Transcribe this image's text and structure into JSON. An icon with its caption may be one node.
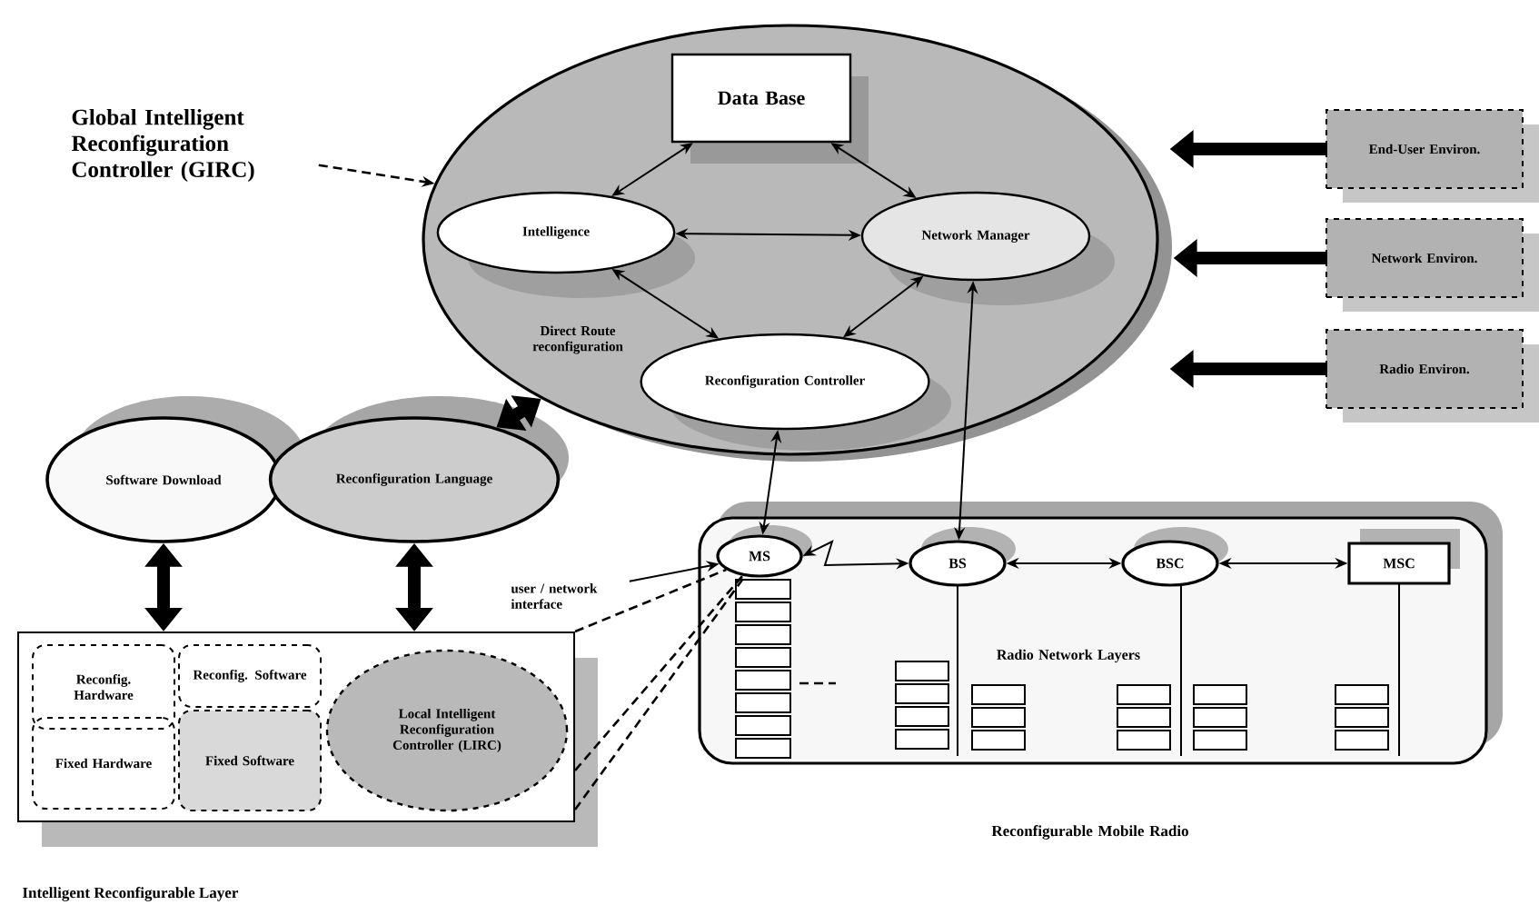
{
  "diagram": {
    "nodes": [
      {
        "text": [
          "Global Intelligent Reconfiguration Controller (GIRC)"
        ]
      },
      {
        "text": [],
        "shape": "ellipse"
      },
      {
        "text": [
          "Data Base"
        ],
        "in": 1
      },
      {
        "text": [
          "Intelligence"
        ],
        "in": 1
      },
      {
        "text": [
          "Network Manager"
        ],
        "in": 1
      },
      {
        "text": [
          "Reconfiguration Controller"
        ],
        "in": 1
      },
      {
        "text": [
          "End-User Environ."
        ]
      },
      {
        "text": [
          "Network Environ."
        ]
      },
      {
        "text": [
          "Radio Environ."
        ]
      },
      {
        "text": [
          "Software Download"
        ]
      },
      {
        "text": [
          "Reconfiguration Language"
        ]
      },
      {
        "text": [
          "user / network interface"
        ]
      },
      {
        "text": [],
        "shape": "box"
      },
      {
        "text": [
          "MS"
        ],
        "in": 12
      },
      {
        "text": [
          "BS"
        ],
        "in": 12
      },
      {
        "text": [
          "BSC"
        ],
        "in": 12
      },
      {
        "text": [
          "MSC"
        ],
        "in": 12
      },
      {
        "text": [],
        "shape": "box",
        "beside": [
          "Intelligent Reconfigurable Layer"
        ]
      },
      {
        "text": [
          "Reconfig. Hardware"
        ],
        "in": 17
      },
      {
        "text": [
          "Fixed Hardware"
        ],
        "in": 17
      },
      {
        "text": [
          "Reconfig. Software"
        ],
        "in": 17
      },
      {
        "text": [
          "Fixed Software"
        ],
        "in": 17
      },
      {
        "text": [
          "Local Intelligent Reconfiguration Controller (LIRC)"
        ],
        "in": 17
      }
    ],
    "edges": [
      {
        "from": 0,
        "to": 1,
        "arrow": "to",
        "style": "dashed"
      },
      {
        "from": 2,
        "to": 3,
        "arrow": "both"
      },
      {
        "from": 2,
        "to": 4,
        "arrow": "both"
      },
      {
        "from": 3,
        "to": 4,
        "arrow": "both"
      },
      {
        "from": 3,
        "to": 5,
        "arrow": "both"
      },
      {
        "from": 5,
        "to": 4,
        "arrow": "both"
      },
      {
        "from": 6,
        "to": 1,
        "arrow": "to",
        "style": "thick"
      },
      {
        "from": 7,
        "to": 1,
        "arrow": "to",
        "style": "thick"
      },
      {
        "from": 8,
        "to": 1,
        "arrow": "to",
        "style": "thick"
      },
      {
        "from": 10,
        "to": 1,
        "arrow": "both",
        "style": "thick"
      },
      {
        "from": 9,
        "to": 17,
        "arrow": "both",
        "style": "thick"
      },
      {
        "from": 10,
        "to": 17,
        "arrow": "both",
        "style": "thick"
      },
      {
        "from": 5,
        "to": 13,
        "arrow": "both"
      },
      {
        "from": 4,
        "to": 14,
        "arrow": "both"
      },
      {
        "from": 13,
        "to": 14,
        "arrow": "both"
      },
      {
        "from": 14,
        "to": 15,
        "arrow": "both"
      },
      {
        "from": 15,
        "to": 16,
        "arrow": "both"
      },
      {
        "from": 11,
        "to": 13,
        "arrow": "to"
      },
      {
        "from": 17,
        "to": 13,
        "arrow": "none",
        "style": "dashed"
      },
      {
        "from": 17,
        "to": 13,
        "arrow": "none",
        "style": "dashed"
      },
      {
        "from": 17,
        "to": 13,
        "arrow": "none",
        "style": "dashed"
      }
    ],
    "labels": [
      "Direct Route reconfiguration",
      "Radio Network Layers",
      "Reconfigurable Mobile Radio"
    ]
  }
}
